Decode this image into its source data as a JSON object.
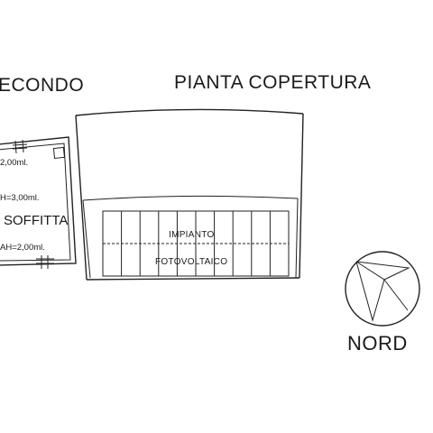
{
  "titles": {
    "left_title_partial": "ECONDO",
    "right_title": "PIANTA COPERTURA"
  },
  "attic_room": {
    "dim_top": "2,00ml.",
    "dim_mid": "H=3,00ml.",
    "room_name": "SOFFITTA",
    "dim_bottom": "AH=2,00ml."
  },
  "roof": {
    "pv_line1": "IMPIANTO",
    "pv_line2": "FOTOVOLTAICO",
    "pv_columns": 10
  },
  "compass": {
    "label": "NORD"
  },
  "colors": {
    "ink": "#1a1a1a",
    "background": "#ffffff"
  }
}
